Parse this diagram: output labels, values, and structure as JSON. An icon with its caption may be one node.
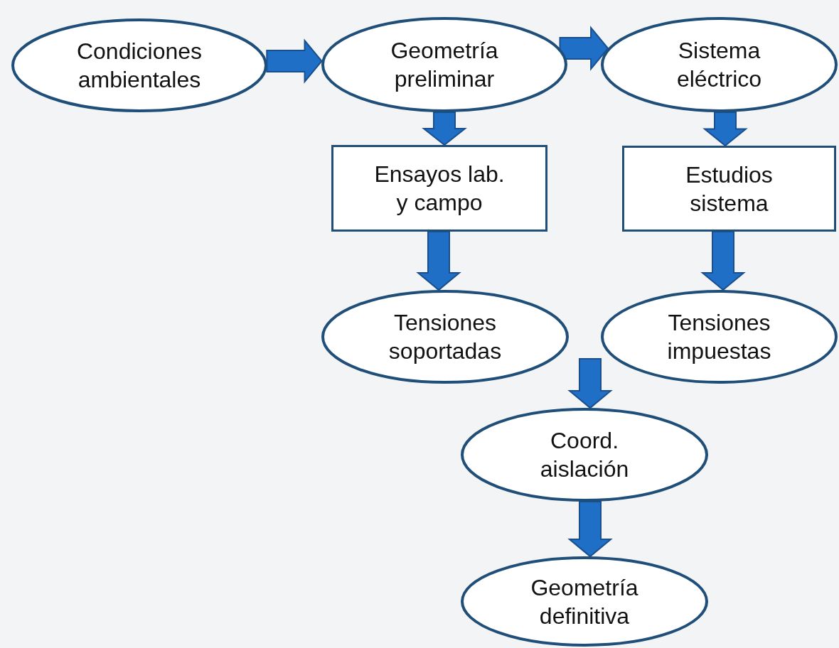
{
  "diagram": {
    "nodes": [
      {
        "text": [
          "Condiciones ambientales"
        ]
      },
      {
        "text": [
          "Geometría preliminar"
        ]
      },
      {
        "text": [
          "Sistema eléctrico"
        ]
      },
      {
        "text": [
          "Ensayos lab. y campo"
        ]
      },
      {
        "text": [
          "Estudios sistema"
        ]
      },
      {
        "text": [
          "Tensiones soportadas"
        ]
      },
      {
        "text": [
          "Tensiones impuestas"
        ]
      },
      {
        "text": [
          "Coord. aislación"
        ]
      },
      {
        "text": [
          "Geometría definitiva"
        ]
      }
    ],
    "edges": [
      {
        "from": 0,
        "to": 1,
        "arrow": "to"
      },
      {
        "from": 1,
        "to": 2,
        "arrow": "to"
      },
      {
        "from": 1,
        "to": 3,
        "arrow": "to"
      },
      {
        "from": 2,
        "to": 4,
        "arrow": "to"
      },
      {
        "from": 3,
        "to": 5,
        "arrow": "to"
      },
      {
        "from": 4,
        "to": 6,
        "arrow": "to"
      },
      {
        "from": 5,
        "to": 7,
        "arrow": "to"
      },
      {
        "from": 6,
        "to": 7,
        "arrow": "to"
      },
      {
        "from": 7,
        "to": 8,
        "arrow": "to"
      }
    ]
  }
}
